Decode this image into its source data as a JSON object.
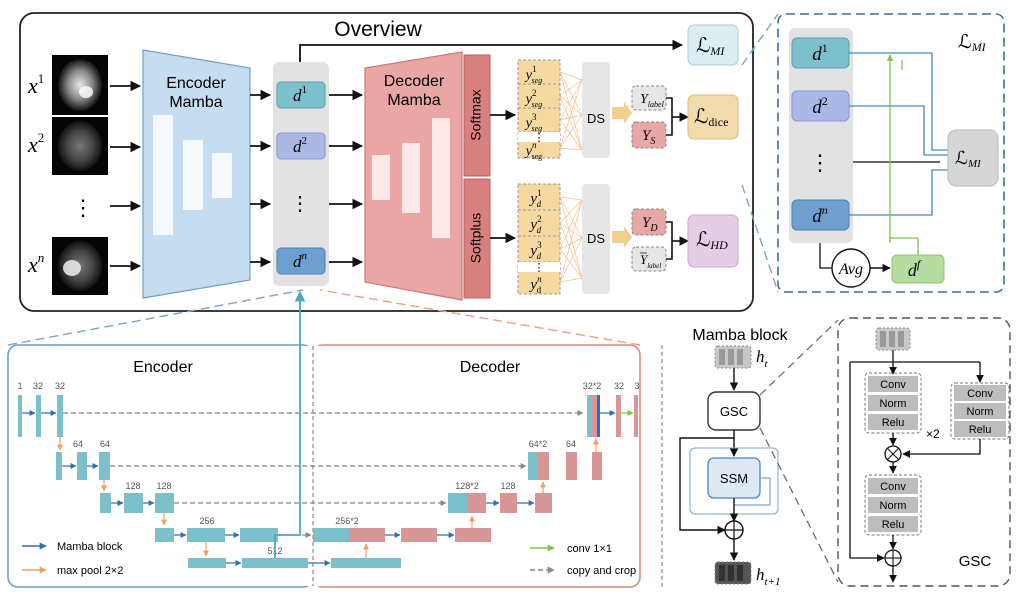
{
  "overview": {
    "title": "Overview",
    "inputs": [
      "x",
      "x",
      "x"
    ],
    "input_sups": [
      "1",
      "2",
      "n"
    ],
    "encoder": [
      "Encoder",
      "Mamba"
    ],
    "decoder": [
      "Decoder",
      "Mamba"
    ],
    "features": {
      "sym": "d",
      "sups": [
        "1",
        "2",
        "n"
      ],
      "dots": "⋮"
    },
    "softmax": "Softmax",
    "softplus": "Softplus",
    "seg_stack": {
      "sym": "y",
      "sub": "seg",
      "sups": [
        "1",
        "2",
        "3",
        "n"
      ]
    },
    "d_stack": {
      "sym": "y",
      "sub": "d",
      "sups": [
        "1",
        "2",
        "3",
        "n"
      ]
    },
    "ds": "DS",
    "y_label": "Y",
    "y_label_sub": "label",
    "y_s": "Y",
    "y_s_sub": "S",
    "y_d": "Y",
    "y_d_sub": "D",
    "y_label_bar": "Y",
    "losses": {
      "mi": {
        "main": "ℒ",
        "sub": "MI",
        "color": "#dbeef2"
      },
      "dice": {
        "main": "ℒ",
        "sub": "dice",
        "color": "#f3dcab"
      },
      "hd": {
        "main": "ℒ",
        "sub": "HD",
        "color": "#e6cde6"
      }
    }
  },
  "mi_panel": {
    "title_main": "ℒ",
    "title_sub": "MI",
    "feats": [
      "1",
      "2",
      "n"
    ],
    "feat_sym": "d",
    "dots": "⋮",
    "mi_box_main": "ℒ",
    "mi_box_sub": "MI",
    "avg": "Avg",
    "df_sym": "d",
    "df_sup": "f"
  },
  "unet": {
    "encoder_title": "Encoder",
    "decoder_title": "Decoder",
    "enc_labels": [
      "1",
      "32",
      "32",
      "64",
      "64",
      "128",
      "128",
      "256",
      "512"
    ],
    "dec_labels": [
      "32*2",
      "32",
      "3",
      "64*2",
      "64",
      "128*2",
      "128",
      "256*2"
    ],
    "legend": [
      {
        "label": "Mamba block",
        "color": "#2e6fb3"
      },
      {
        "label": "max pool 2×2",
        "color": "#f0a060"
      },
      {
        "label": "conv 1×1",
        "color": "#7dc24a"
      },
      {
        "label": "copy and crop",
        "color": "#888888"
      }
    ]
  },
  "mamba_block": {
    "title": "Mamba block",
    "h_in_sym": "h",
    "h_in_sub": "t",
    "h_out_sym": "h",
    "h_out_sub": "t+1",
    "gsc": "GSC",
    "ssm": "SSM"
  },
  "gsc_panel": {
    "left_stack": [
      "Conv",
      "Norm",
      "Relu"
    ],
    "right_stack": [
      "Conv",
      "Norm",
      "Relu"
    ],
    "bottom_stack": [
      "Conv",
      "Norm",
      "Relu"
    ],
    "times_two": "×2",
    "label": "GSC"
  }
}
